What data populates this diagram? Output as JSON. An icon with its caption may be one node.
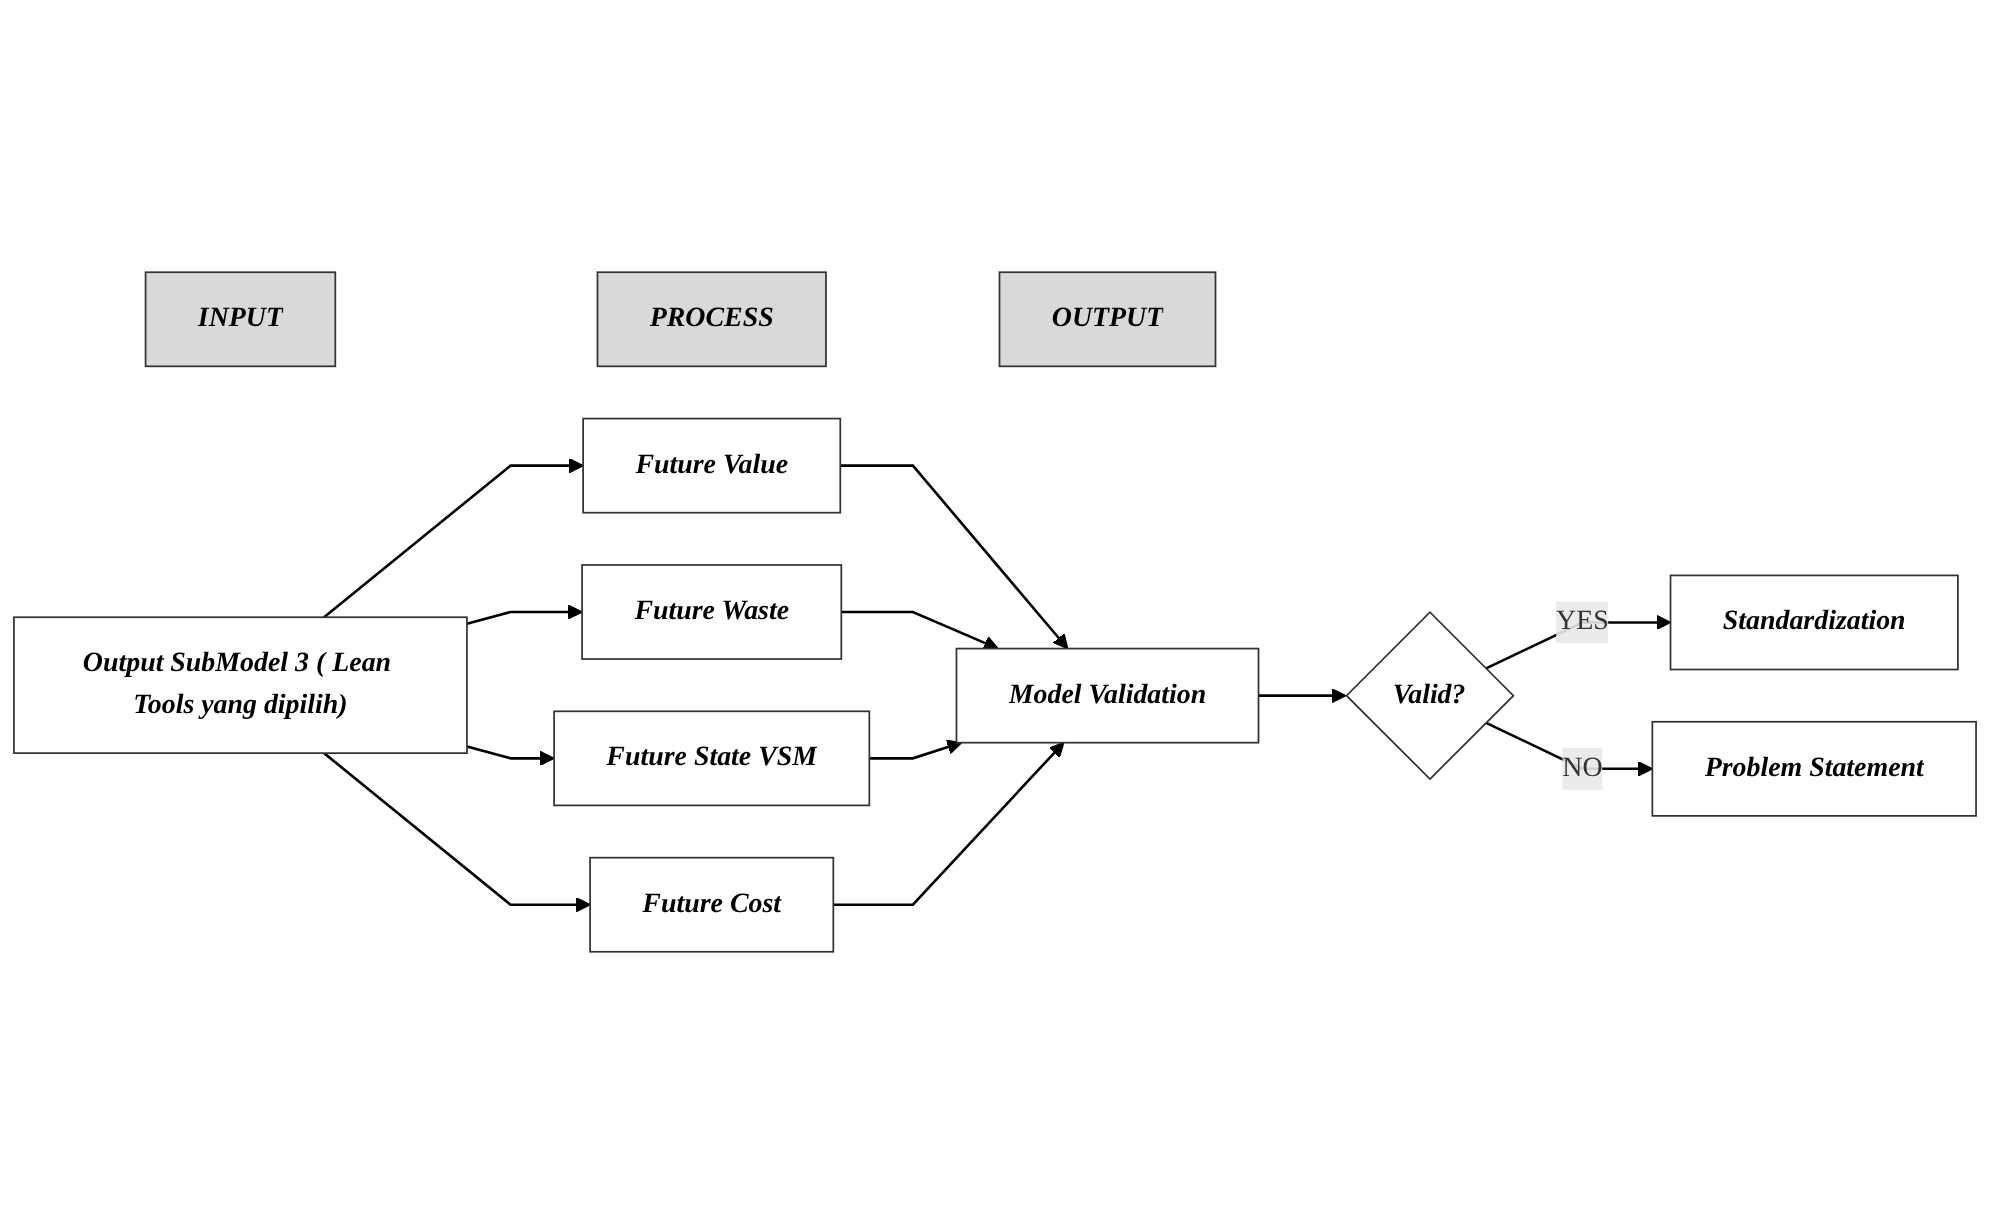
{
  "diagram": {
    "nodes": [
      {
        "text": [
          "INPUT"
        ]
      },
      {
        "text": [
          "PROCESS"
        ]
      },
      {
        "text": [
          "OUTPUT"
        ]
      },
      {
        "text": [
          "Output SubModel 3 ( Lean Tools yang dipilih)"
        ]
      },
      {
        "text": [
          "Future Value"
        ]
      },
      {
        "text": [
          "Future Waste"
        ]
      },
      {
        "text": [
          "Future State VSM"
        ]
      },
      {
        "text": [
          "Future Cost"
        ]
      },
      {
        "text": [
          "Model Validation"
        ]
      },
      {
        "text": [
          "Valid?"
        ]
      },
      {
        "text": [
          "Standardization"
        ]
      },
      {
        "text": [
          "Problem Statement"
        ]
      }
    ],
    "edges": [
      {
        "from": 3,
        "to": 4,
        "arrow": "to"
      },
      {
        "from": 3,
        "to": 5,
        "arrow": "to"
      },
      {
        "from": 3,
        "to": 6,
        "arrow": "to"
      },
      {
        "from": 3,
        "to": 7,
        "arrow": "to"
      },
      {
        "from": 4,
        "to": 8,
        "arrow": "to"
      },
      {
        "from": 5,
        "to": 8,
        "arrow": "to"
      },
      {
        "from": 6,
        "to": 8,
        "arrow": "to"
      },
      {
        "from": 7,
        "to": 8,
        "arrow": "to"
      },
      {
        "from": 8,
        "to": 9,
        "arrow": "to"
      },
      {
        "from": 9,
        "to": 10,
        "label": "YES",
        "arrow": "to"
      },
      {
        "from": 9,
        "to": 11,
        "label": "NO",
        "arrow": "to"
      }
    ]
  }
}
